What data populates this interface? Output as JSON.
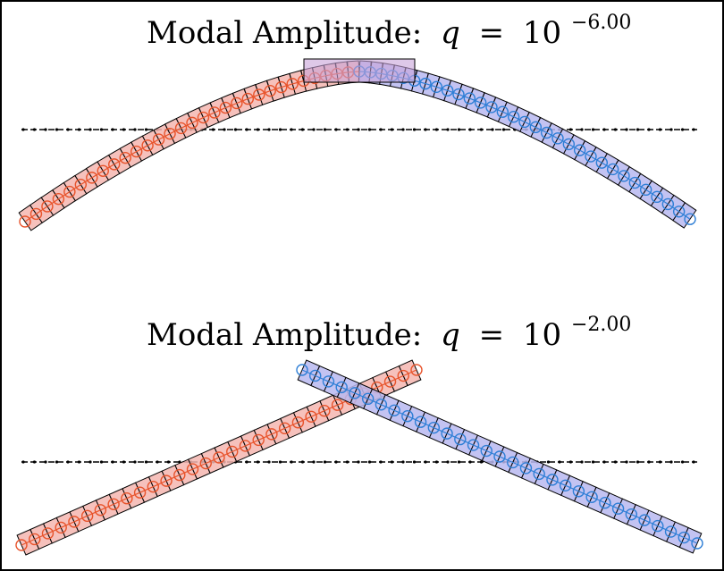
{
  "panels": [
    {
      "title_prefix": "Modal Amplitude:",
      "symbol": "q",
      "equals": "=",
      "base": "10",
      "exponent": "−6.00",
      "shape": "bent"
    },
    {
      "title_prefix": "Modal Amplitude:",
      "symbol": "q",
      "equals": "=",
      "base": "10",
      "exponent": "−2.00",
      "shape": "crossed"
    }
  ],
  "colors": {
    "left_beam_fill": "#f4b6b0",
    "left_node": "#e8542c",
    "right_beam_fill": "#b8b8f0",
    "right_node": "#2f7fd6",
    "overlap_fill": "#c8a4d8",
    "axis": "#000000",
    "frame": "#000000"
  }
}
